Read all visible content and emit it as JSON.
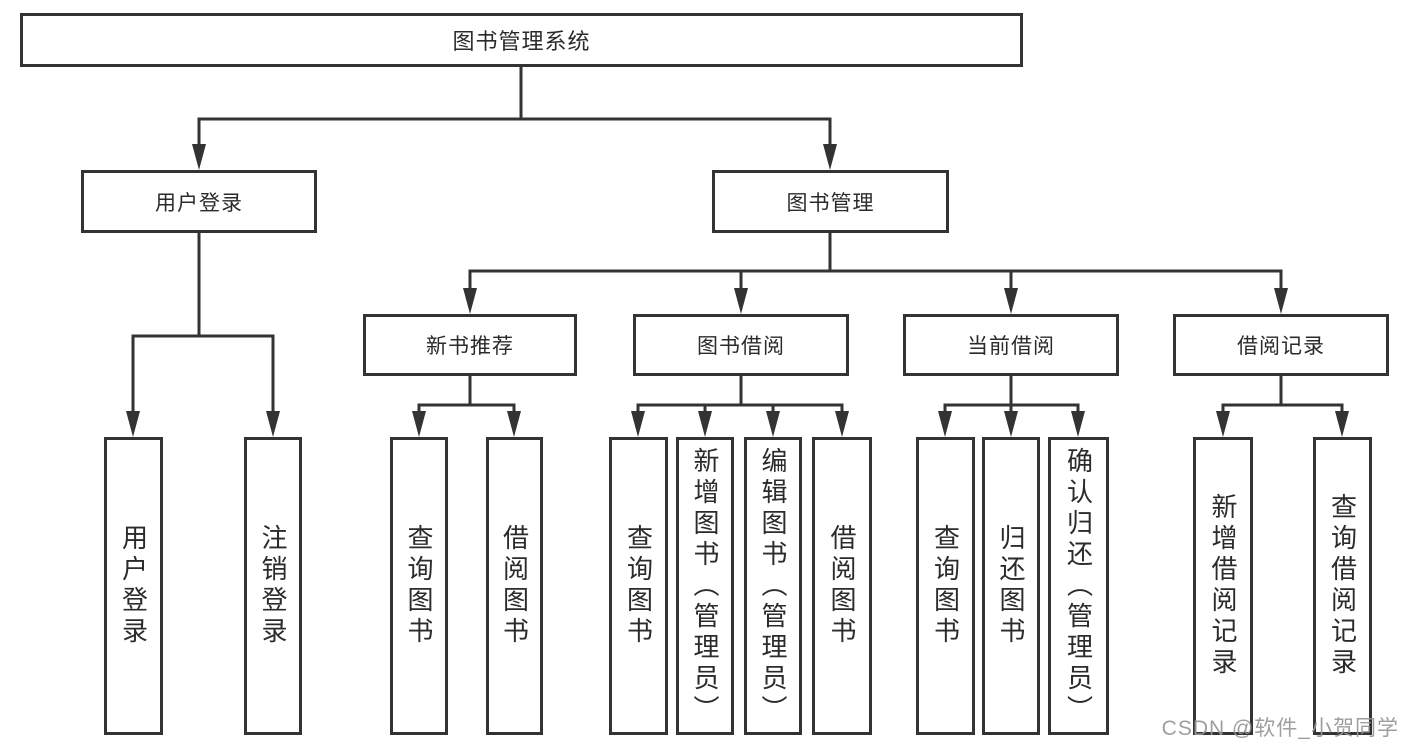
{
  "colors": {
    "line": "#333333",
    "box_border": "#333333",
    "text": "#2b2b2b",
    "watermark": "#969696",
    "background": "#ffffff"
  },
  "tree": {
    "root": {
      "label": "图书管理系统",
      "children": [
        {
          "label": "用户登录",
          "children": [
            {
              "label": "用户登录"
            },
            {
              "label": "注销登录"
            }
          ]
        },
        {
          "label": "图书管理",
          "children": [
            {
              "label": "新书推荐",
              "children": [
                {
                  "label": "查询图书"
                },
                {
                  "label": "借阅图书"
                }
              ]
            },
            {
              "label": "图书借阅",
              "children": [
                {
                  "label": "查询图书"
                },
                {
                  "label": "新增图书（管理员）"
                },
                {
                  "label": "编辑图书（管理员）"
                },
                {
                  "label": "借阅图书"
                }
              ]
            },
            {
              "label": "当前借阅",
              "children": [
                {
                  "label": "查询图书"
                },
                {
                  "label": "归还图书"
                },
                {
                  "label": "确认归还（管理员）"
                }
              ]
            },
            {
              "label": "借阅记录",
              "children": [
                {
                  "label": "新增借阅记录"
                },
                {
                  "label": "查询借阅记录"
                }
              ]
            }
          ]
        }
      ]
    }
  },
  "watermark": {
    "text": "CSDN @软件_小贺同学"
  }
}
